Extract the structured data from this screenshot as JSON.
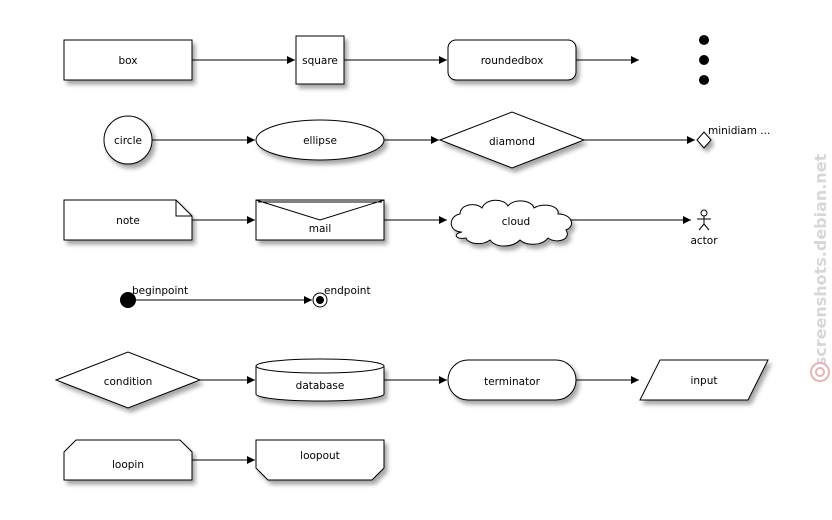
{
  "nodes": {
    "box": "box",
    "square": "square",
    "roundedbox": "roundedbox",
    "circle": "circle",
    "ellipse": "ellipse",
    "diamond": "diamond",
    "minidiamond": "minidiam ...",
    "note": "note",
    "mail": "mail",
    "cloud": "cloud",
    "actor": "actor",
    "beginpoint": "beginpoint",
    "endpoint": "endpoint",
    "condition": "condition",
    "database": "database",
    "terminator": "terminator",
    "input": "input",
    "loopin": "loopin",
    "loopout": "loopout"
  },
  "watermark": "screenshots.debian.net"
}
